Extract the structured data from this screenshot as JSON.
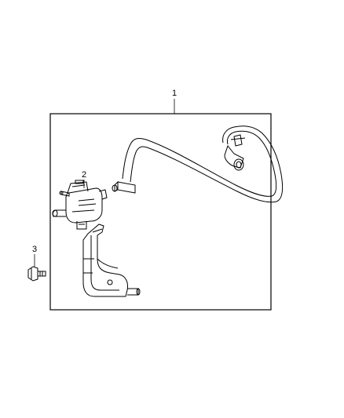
{
  "callouts": {
    "assembly": "1",
    "valve": "2",
    "bolt": "3"
  },
  "colors": {
    "line": "#000000",
    "background": "#ffffff",
    "shade": "#d9d9d9"
  }
}
